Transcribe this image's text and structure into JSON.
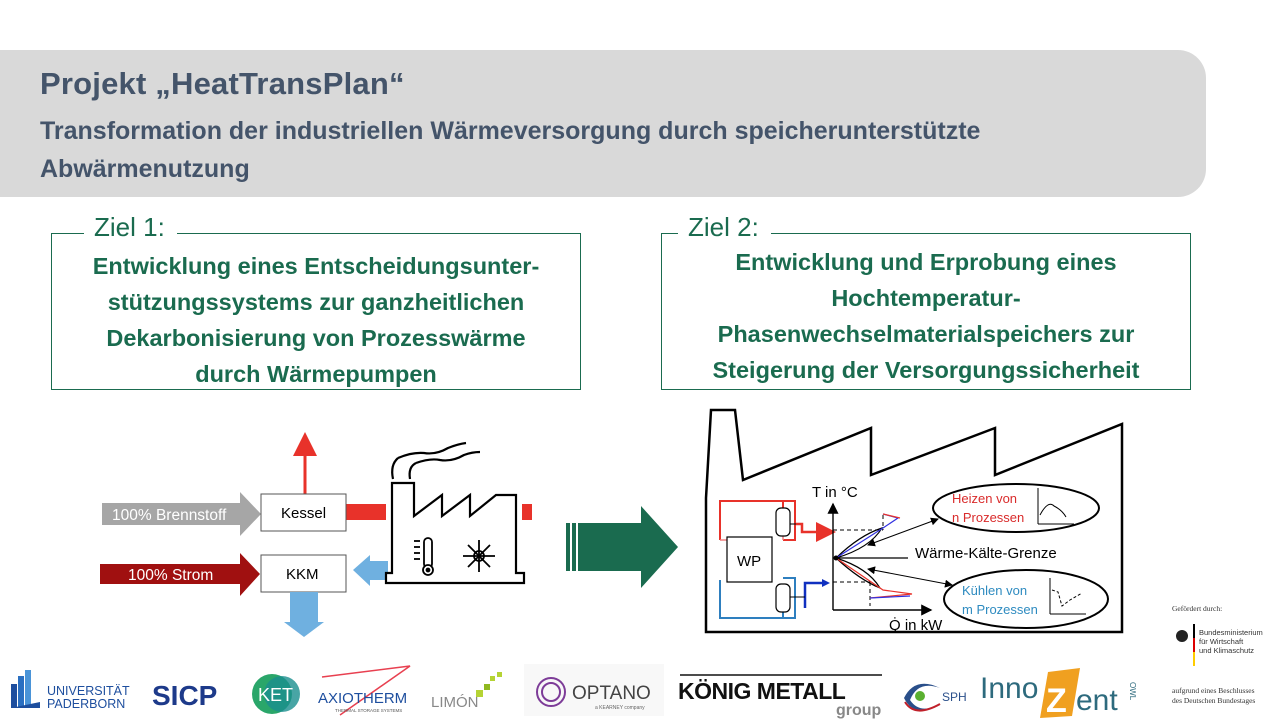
{
  "header": {
    "title": "Projekt „HeatTransPlan“",
    "subtitle": "Transformation der industriellen Wärmeversorgung durch speicherunterstützte Abwärmenutzung"
  },
  "goals": [
    {
      "label": "Ziel 1:",
      "lines": [
        "Entwicklung eines Entscheidungsunter-",
        "stützungssystems zur ganzheitlichen",
        "Dekarbonisierung von Prozesswärme",
        "durch Wärmepumpen"
      ]
    },
    {
      "label": "Ziel 2:",
      "lines": [
        "Entwicklung und Erprobung eines",
        "Hochtemperatur-",
        "Phasenwechselmaterialspeichers zur",
        "Steigerung der Versorgungssicherheit"
      ]
    }
  ],
  "diagram_left": {
    "fuel_arrow": "100% Brennstoff",
    "power_arrow": "100% Strom",
    "boiler": "Kessel",
    "chiller": "KKM",
    "icons": [
      "factory-icon",
      "thermometer-icon",
      "snowflake-icon"
    ]
  },
  "diagram_right": {
    "heat_pump": "WP",
    "y_axis": "T in °C",
    "x_axis": "Q̇ in kW",
    "boundary": "Wärme-Kälte-Grenze",
    "heating_line1": "Heizen von",
    "heating_line2": "n Prozessen",
    "cooling_line1": "Kühlen von",
    "cooling_line2": "m Prozessen"
  },
  "colors": {
    "brand_green": "#1a6b4f",
    "header_text": "#44546a",
    "banner_bg": "#d9d9d9",
    "heat_red": "#e8322a",
    "power_darkred": "#a01010",
    "fuel_gray": "#a6a6a6",
    "cool_blue": "#6fb0e0",
    "heating_text": "#d92b2b",
    "cooling_text": "#2e8bc0"
  },
  "logos": {
    "upb_line1": "UNIVERSITÄT",
    "upb_line2": "PADERBORN",
    "sicp": "SICP",
    "ket": "KET",
    "axiotherm": "AXIOTHERM",
    "axiotherm_sub": "THERMAL STORAGE SYSTEMS",
    "limon": "LIMÓN",
    "optano": "OPTANO",
    "optano_sub": "a KEARNEY company",
    "koenig": "KÖNIG METALL",
    "koenig_sub": "group",
    "sph": "SPH",
    "innozent_a": "Inno",
    "innozent_z": "Z",
    "innozent_b": "ent",
    "innozent_owl": "OWL"
  },
  "funding": {
    "by": "Gefördert durch:",
    "ministry_line1": "Bundesministerium",
    "ministry_line2": "für Wirtschaft",
    "ministry_line3": "und Klimaschutz",
    "decision_line1": "aufgrund eines Beschlusses",
    "decision_line2": "des Deutschen Bundestages"
  }
}
